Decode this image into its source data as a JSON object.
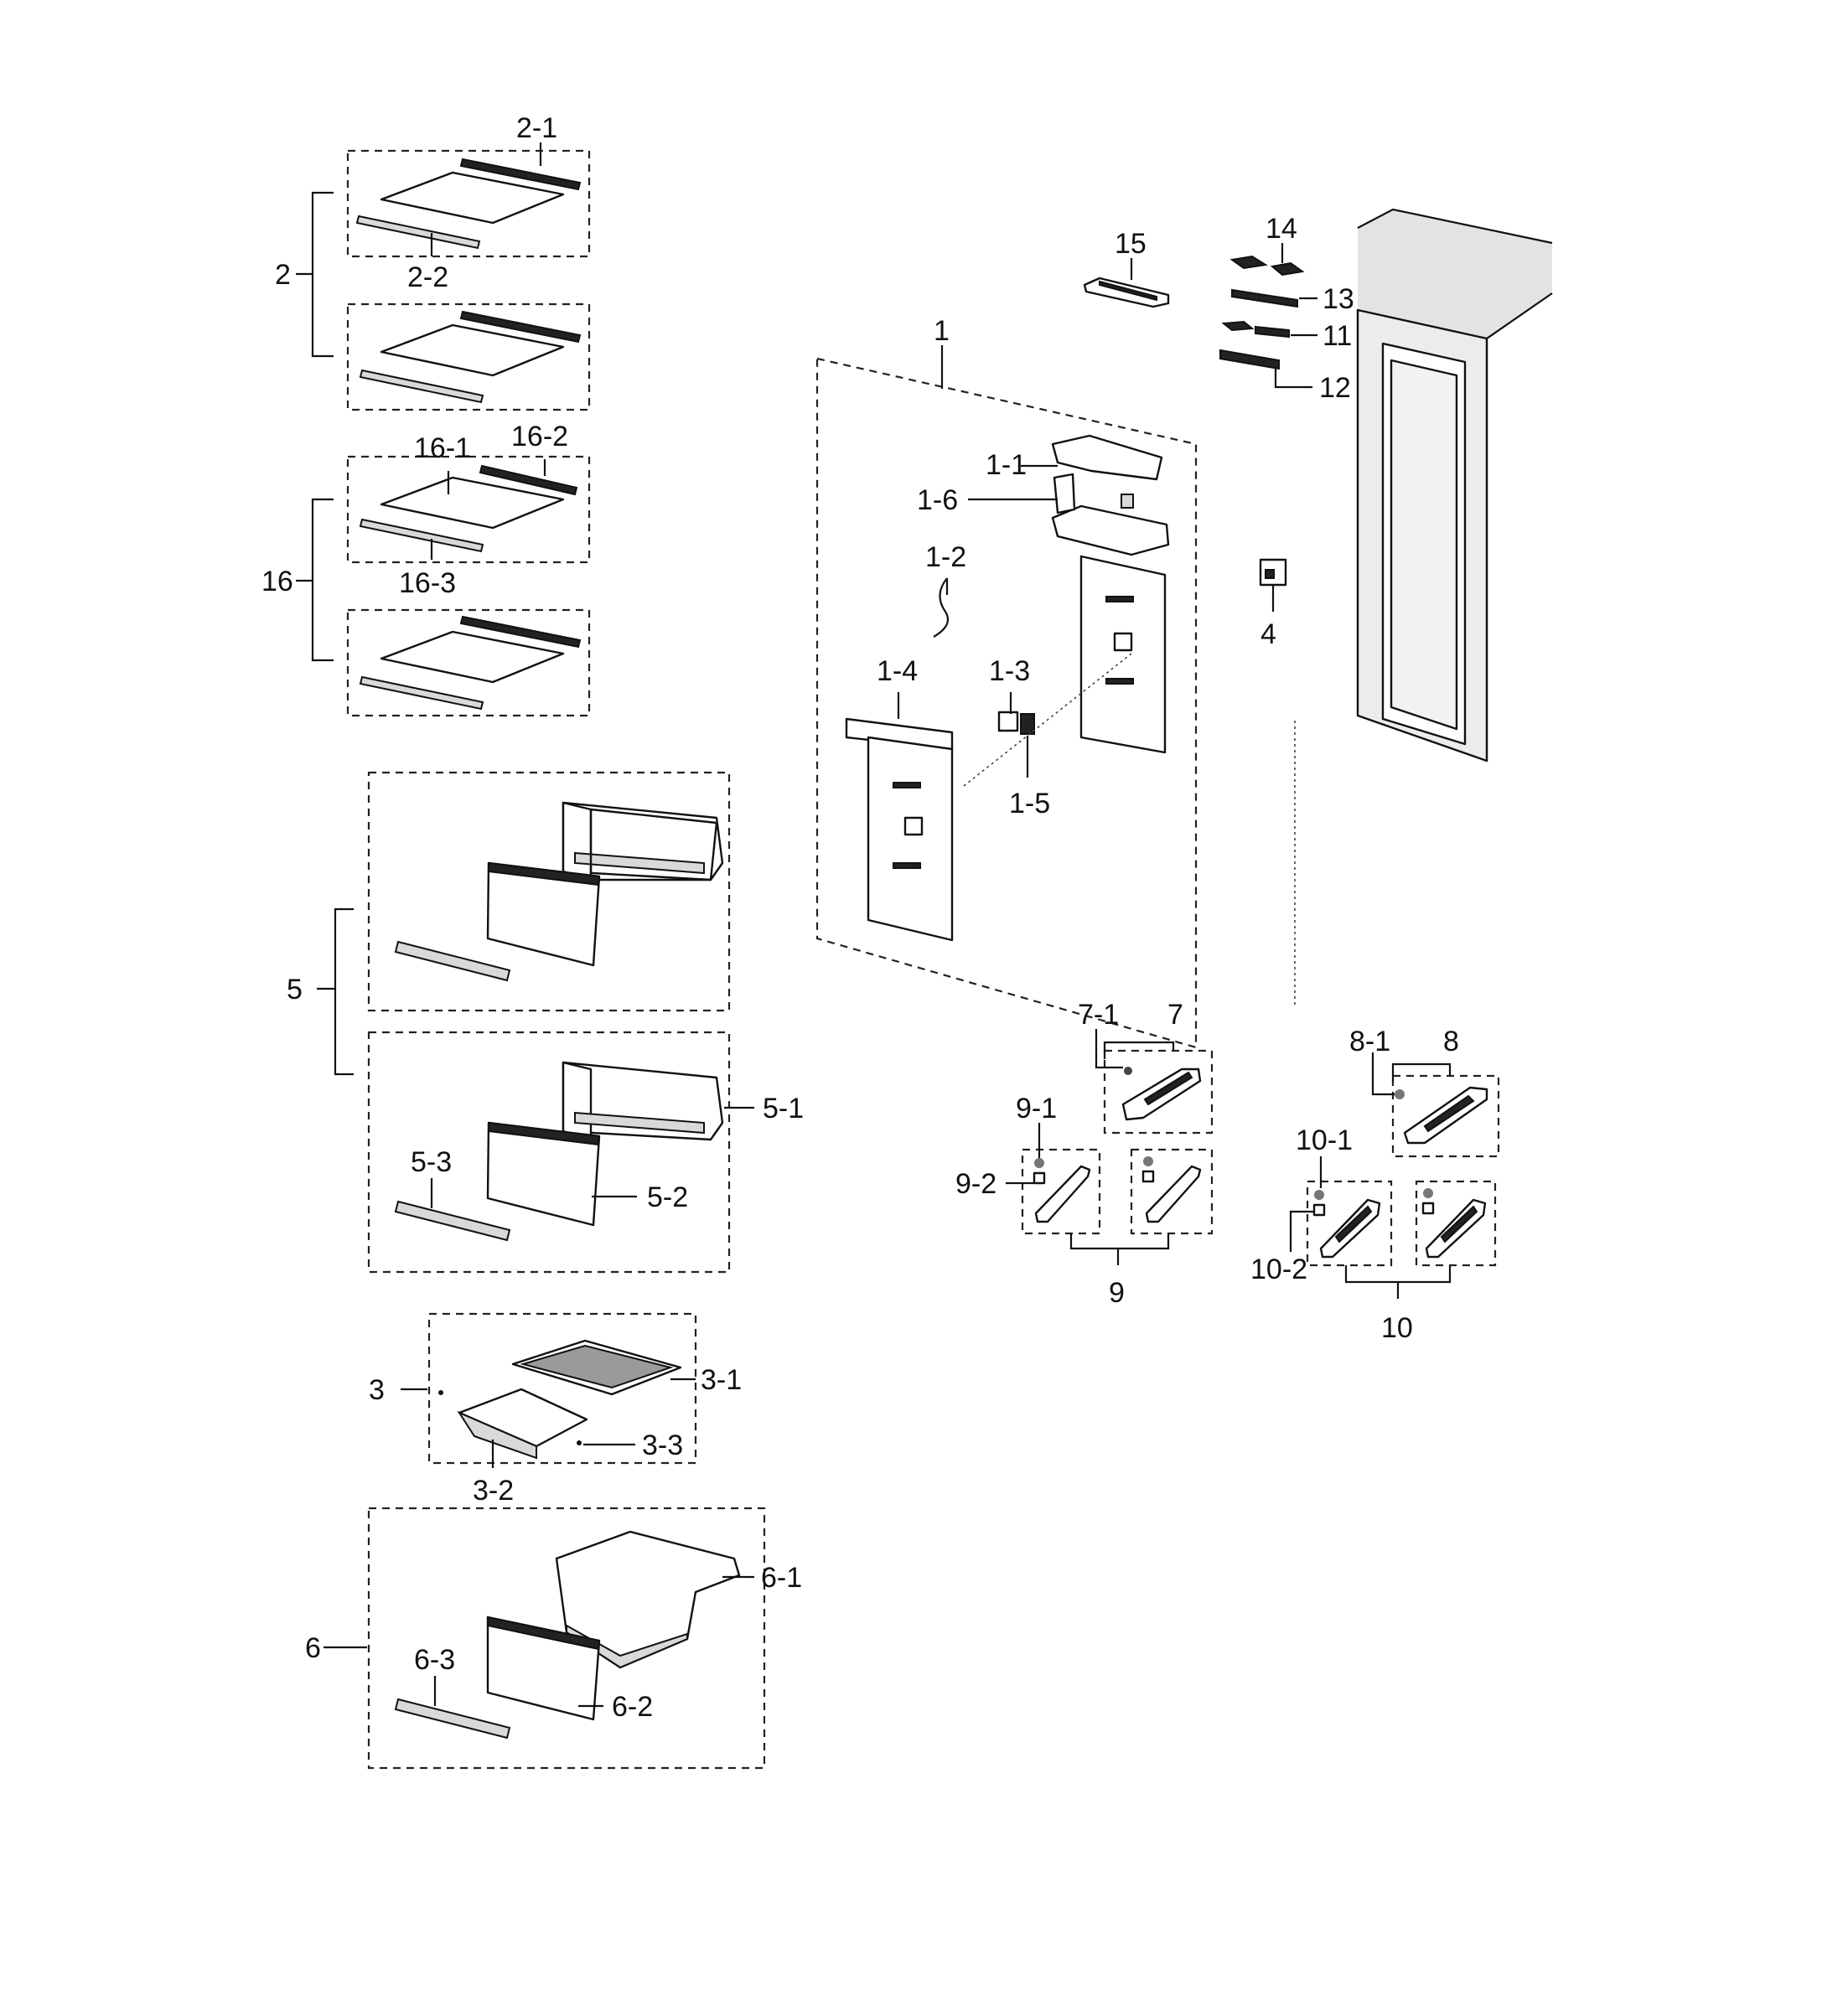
{
  "labels": {
    "l2_1": "2-1",
    "l2": "2",
    "l2_2": "2-2",
    "l16_1": "16-1",
    "l16_2": "16-2",
    "l16": "16",
    "l16_3": "16-3",
    "l5": "5",
    "l5_1": "5-1",
    "l5_2": "5-2",
    "l5_3": "5-3",
    "l3": "3",
    "l3_1": "3-1",
    "l3_2": "3-2",
    "l3_3": "3-3",
    "l6": "6",
    "l6_1": "6-1",
    "l6_2": "6-2",
    "l6_3": "6-3",
    "l1": "1",
    "l1_1": "1-1",
    "l1_2": "1-2",
    "l1_3": "1-3",
    "l1_4": "1-4",
    "l1_5": "1-5",
    "l1_6": "1-6",
    "l15": "15",
    "l14": "14",
    "l13": "13",
    "l11": "11",
    "l12": "12",
    "l4": "4",
    "l7": "7",
    "l7_1": "7-1",
    "l8": "8",
    "l8_1": "8-1",
    "l9": "9",
    "l9_1": "9-1",
    "l9_2": "9-2",
    "l10": "10",
    "l10_1": "10-1",
    "l10_2": "10-2"
  }
}
